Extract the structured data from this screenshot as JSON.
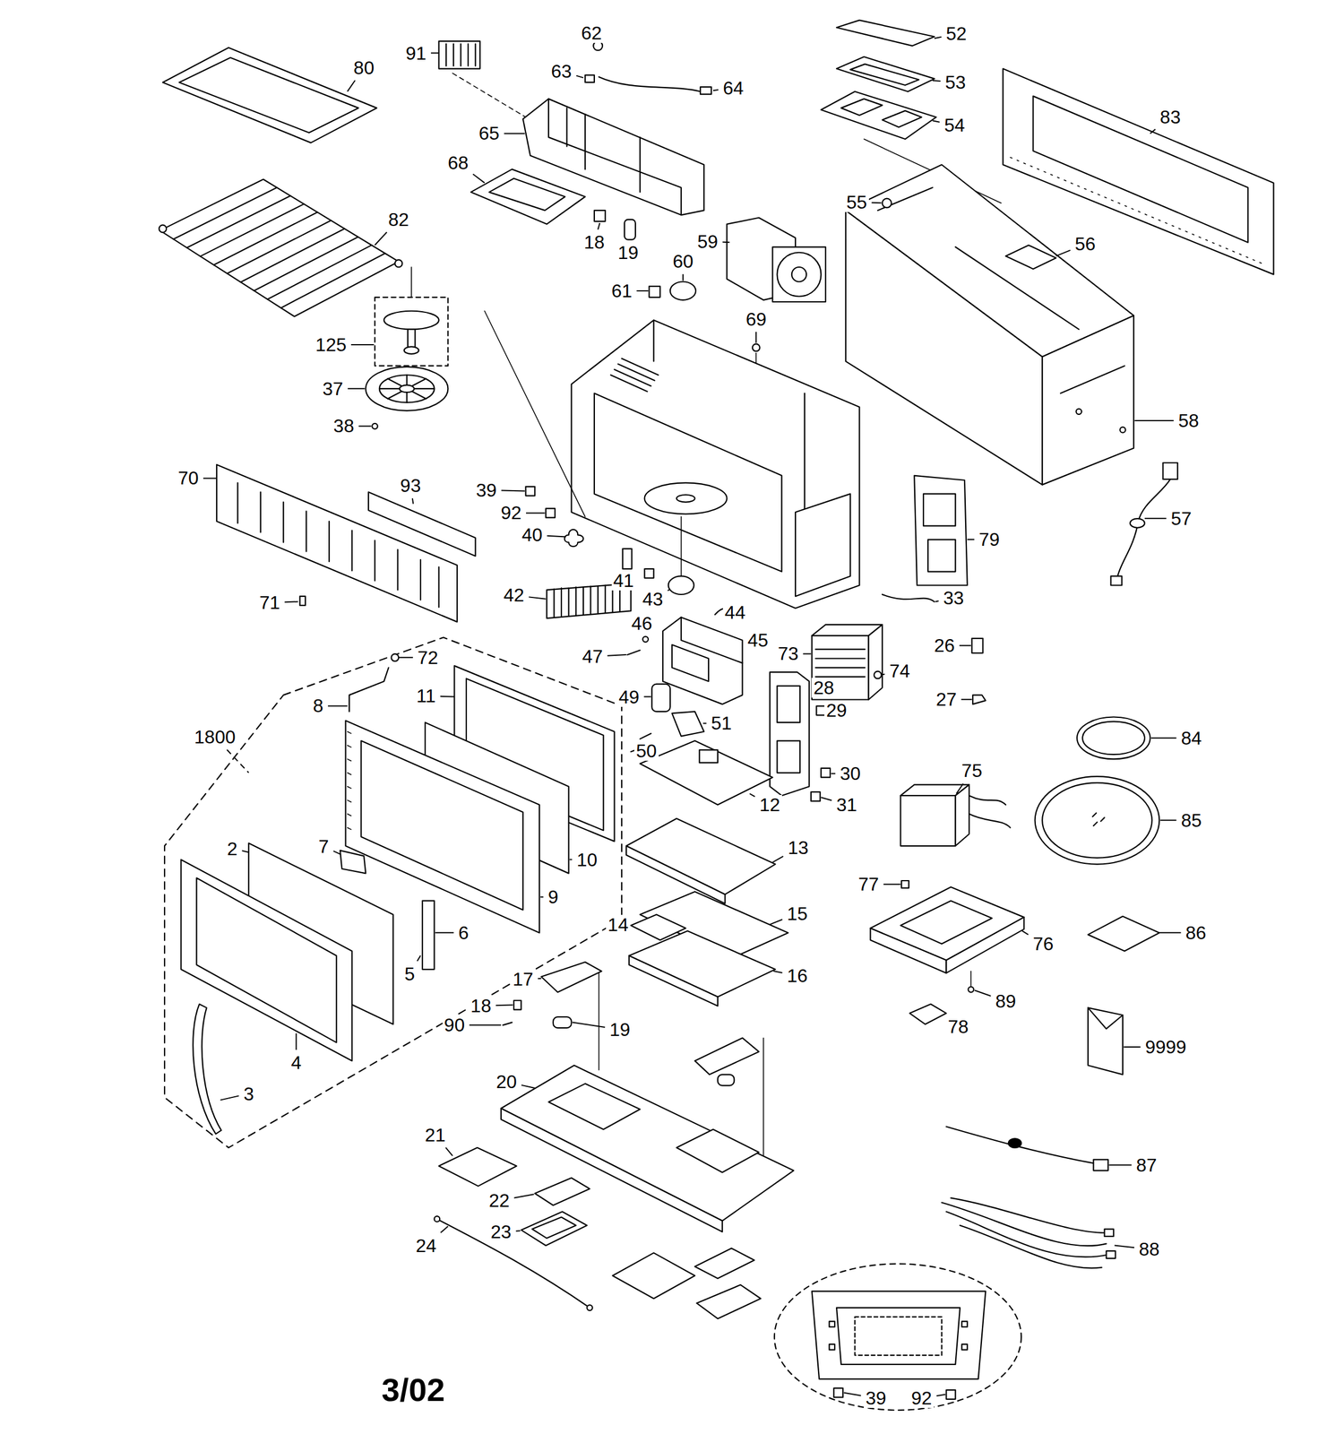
{
  "diagram": {
    "labels": [
      "80",
      "91",
      "62",
      "63",
      "64",
      "52",
      "53",
      "54",
      "83",
      "65",
      "68",
      "82",
      "55",
      "56",
      "18",
      "19",
      "59",
      "60",
      "61",
      "125",
      "69",
      "37",
      "38",
      "58",
      "70",
      "93",
      "39",
      "92",
      "57",
      "40",
      "79",
      "41",
      "42",
      "71",
      "43",
      "44",
      "33",
      "46",
      "45",
      "47",
      "72",
      "26",
      "73",
      "74",
      "1800",
      "8",
      "11",
      "28",
      "49",
      "29",
      "27",
      "51",
      "50",
      "84",
      "30",
      "75",
      "31",
      "12",
      "85",
      "13",
      "2",
      "7",
      "10",
      "77",
      "9",
      "14",
      "15",
      "6",
      "86",
      "76",
      "5",
      "16",
      "17",
      "18",
      "89",
      "90",
      "19",
      "78",
      "4",
      "9999",
      "3",
      "20",
      "21",
      "87",
      "22",
      "23",
      "24",
      "88",
      "39",
      "92",
      "3/02"
    ]
  }
}
